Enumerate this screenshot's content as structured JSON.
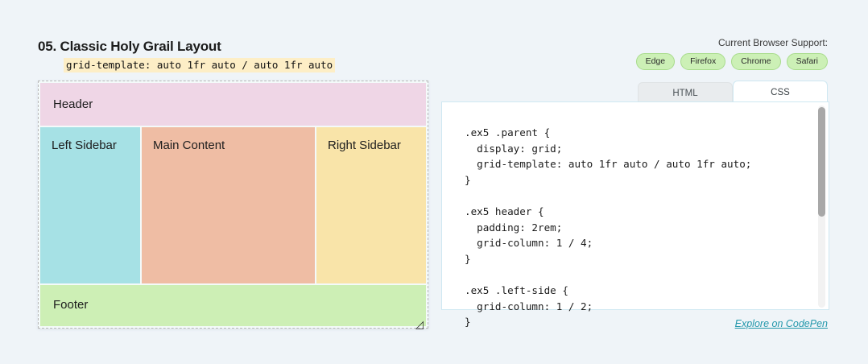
{
  "example": {
    "title": "05. Classic Holy Grail Layout",
    "template_code": "grid-template: auto 1fr auto / auto 1fr auto"
  },
  "support": {
    "label": "Current Browser Support:",
    "badges": [
      {
        "name": "Edge"
      },
      {
        "name": "Firefox"
      },
      {
        "name": "Chrome"
      },
      {
        "name": "Safari"
      }
    ],
    "badge_bg": "#ccf0b6",
    "badge_border": "#a9dc8d"
  },
  "demo": {
    "cells": [
      {
        "label": "Header",
        "color": "#efd6e6"
      },
      {
        "label": "Left Sidebar",
        "color": "#a6e1e5"
      },
      {
        "label": "Main Content",
        "color": "#efbda4"
      },
      {
        "label": "Right Sidebar",
        "color": "#f9e4a9"
      },
      {
        "label": "Footer",
        "color": "#cdefb5"
      }
    ],
    "resize_handle_glyph": "◿"
  },
  "tabs": [
    {
      "label": "HTML",
      "active": false
    },
    {
      "label": "CSS",
      "active": true
    }
  ],
  "code": {
    "language": "CSS",
    "text": ".ex5 .parent {\n  display: grid;\n  grid-template: auto 1fr auto / auto 1fr auto;\n}\n\n.ex5 header {\n  padding: 2rem;\n  grid-column: 1 / 4;\n}\n\n.ex5 .left-side {\n  grid-column: 1 / 2;\n}"
  },
  "footer_link": {
    "label": "Explore on CodePen",
    "color": "#2397ab"
  },
  "page": {
    "background": "#eff4f8"
  }
}
